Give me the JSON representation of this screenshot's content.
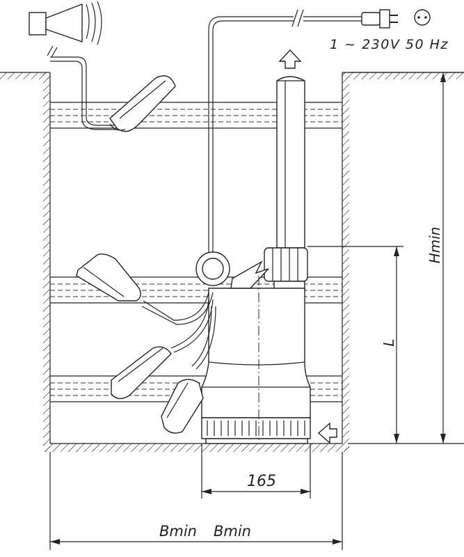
{
  "power_supply": {
    "label": "1 ~ 230V 50 Hz"
  },
  "dimensions": {
    "pump_width": "165",
    "pit_width": "Bmin",
    "pit_width_overlay": "Bmin",
    "max_height": "Hmin",
    "level_length": "L"
  },
  "icons": [
    "alarm-horn-icon",
    "power-plug-icon",
    "socket-icon",
    "flow-out-arrow-icon",
    "flow-in-arrow-icon"
  ]
}
